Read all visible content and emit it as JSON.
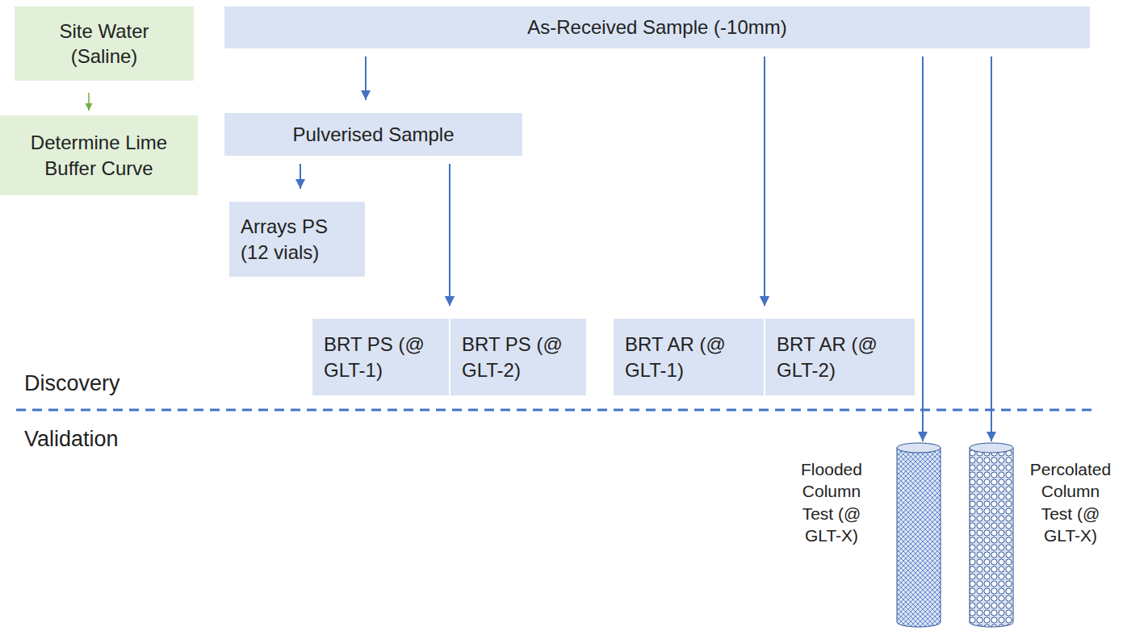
{
  "diagram": {
    "nodes": [
      {
        "text": [
          "Site Water (Saline)"
        ]
      },
      {
        "text": [
          "Determine Lime Buffer Curve"
        ]
      },
      {
        "text": [
          "As-Received Sample (-10mm)"
        ]
      },
      {
        "text": [
          "Pulverised Sample"
        ]
      },
      {
        "text": [
          "Arrays PS (12 vials)"
        ]
      },
      {
        "text": [
          "BRT PS (@ GLT-1)"
        ]
      },
      {
        "text": [
          "BRT PS (@ GLT-2)"
        ]
      },
      {
        "text": [
          "BRT AR (@ GLT-1)"
        ]
      },
      {
        "text": [
          "BRT AR (@ GLT-2)"
        ]
      },
      {
        "text": [
          "Flooded Column Test (@ GLT-X)"
        ]
      },
      {
        "text": [
          "Percolated Column Test (@ GLT-X)"
        ]
      }
    ],
    "edges": [
      {
        "from": 0,
        "to": 1,
        "arrow": "to"
      },
      {
        "from": 2,
        "to": 3,
        "arrow": "to"
      },
      {
        "from": 3,
        "to": 4,
        "arrow": "to"
      },
      {
        "from": 3,
        "to": 5,
        "arrow": "to"
      },
      {
        "from": 3,
        "to": 6,
        "arrow": "to"
      },
      {
        "from": 2,
        "to": 7,
        "arrow": "to"
      },
      {
        "from": 2,
        "to": 8,
        "arrow": "to"
      },
      {
        "from": 2,
        "to": 9,
        "arrow": "to"
      },
      {
        "from": 2,
        "to": 10,
        "arrow": "to"
      }
    ],
    "labels": [
      "Discovery",
      "Validation"
    ]
  }
}
